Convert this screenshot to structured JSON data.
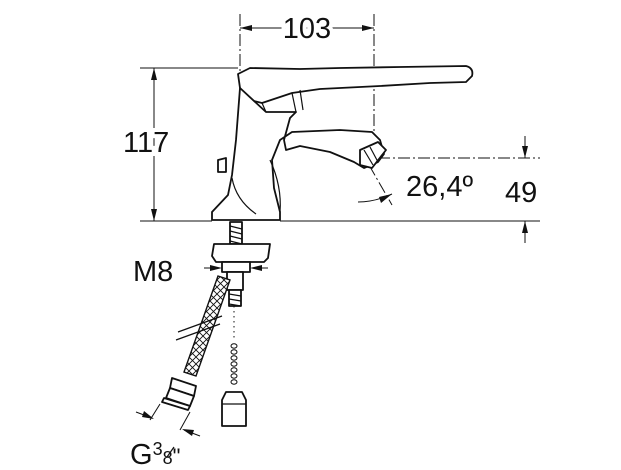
{
  "dimensions": {
    "width": "103",
    "height": "117",
    "spout_height": "49",
    "spout_angle": "26,4º",
    "thread": "M8",
    "hose_thread_main": "G",
    "hose_thread_num": "3",
    "hose_thread_den": "8",
    "hose_thread_unit": "\""
  }
}
